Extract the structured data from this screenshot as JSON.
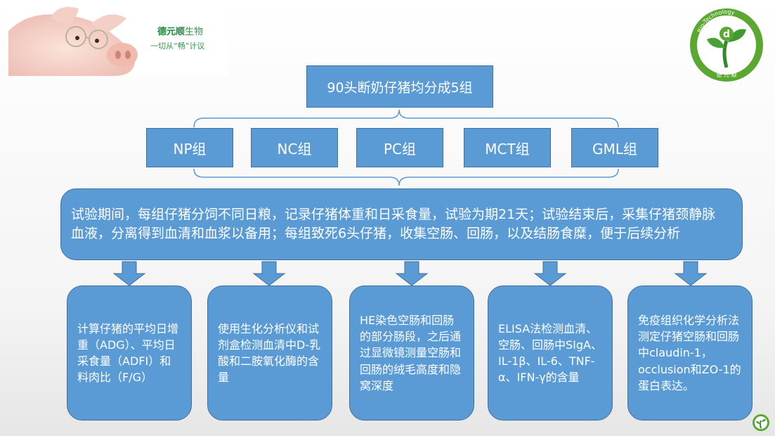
{
  "brand": {
    "name_part1": "德元顺",
    "name_part2": "生物",
    "slogan": "一切从“畅”计议",
    "logo_arc_text": "Bio-Technology",
    "logo_bottom_text": "德 元 顺"
  },
  "diagram": {
    "title": "90头断奶仔猪均分成5组",
    "groups": [
      "NP组",
      "NC组",
      "PC组",
      "MCT组",
      "GML组"
    ],
    "procedure": "试验期间，每组仔猪分饲不同日粮，记录仔猪体重和日采食量，试验为期21天；试验结束后，采集仔猪颈静脉血液，分离得到血清和血浆以备用；每组致死6头仔猪，收集空肠、回肠，以及结肠食糜，便于后续分析",
    "analyses": [
      "计算仔猪的平均日增重（ADG）、平均日采食量（ADFI）和料肉比（F/G）",
      "使用生化分析仪和试剂盒检测血清中D-乳酸和二胺氧化酶的含量",
      "HE染色空肠和回肠的部分肠段，之后通过显微镜测量空肠和回肠的绒毛高度和隐窝深度",
      "ELISA法检测血清、空肠、回肠中SIgA、IL-1β、IL-6、TNF-α、IFN-γ的含量",
      "免疫组织化学分析法测定仔猪空肠和回肠中claudin-1，occlusion和ZO-1的蛋白表达。"
    ]
  },
  "colors": {
    "box_fill": "#5b9bd5",
    "box_border": "#41719c",
    "brace": "#5b9bd5",
    "arrow": "#5b9bd5",
    "brand_green": "#1e8c3a"
  }
}
